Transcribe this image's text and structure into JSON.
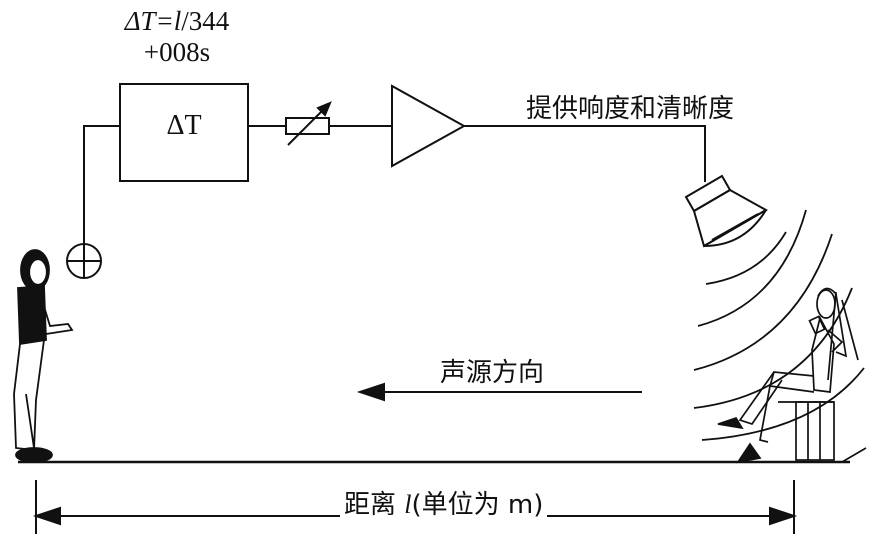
{
  "diagram": {
    "formula": {
      "delta_t_symbol": "ΔT",
      "eq_l": "=l",
      "div_text": "/344",
      "offset_text": "+008s"
    },
    "delay_box_label": "ΔT",
    "speaker_caption": "提供响度和清晰度",
    "direction_label": "声源方向",
    "distance_label": {
      "prefix": "距离 ",
      "var": "l",
      "suffix": "(单位为 m)"
    }
  }
}
